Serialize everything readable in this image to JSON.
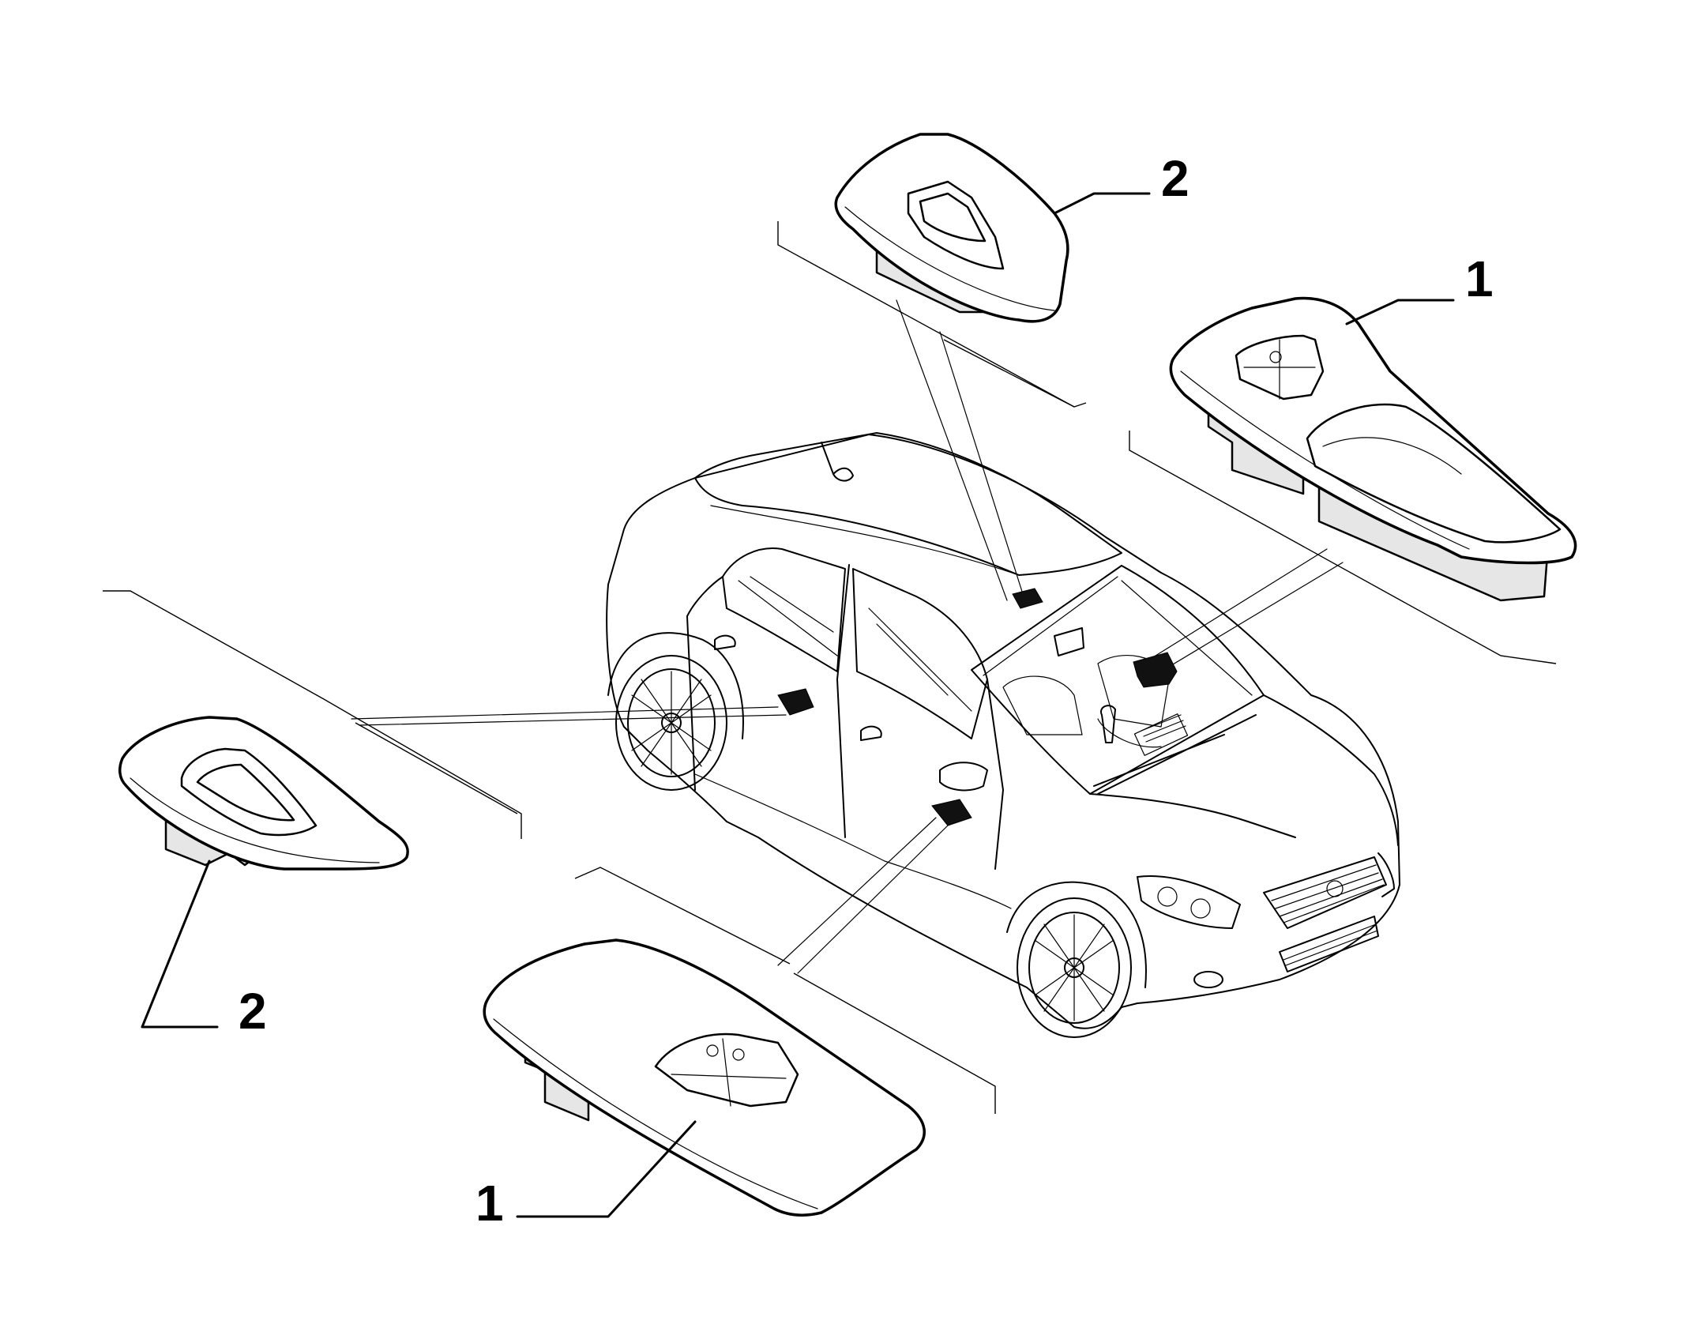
{
  "callouts": {
    "top_switch": "2",
    "right_switch": "1",
    "left_switch": "2",
    "bottom_switch": "1"
  }
}
